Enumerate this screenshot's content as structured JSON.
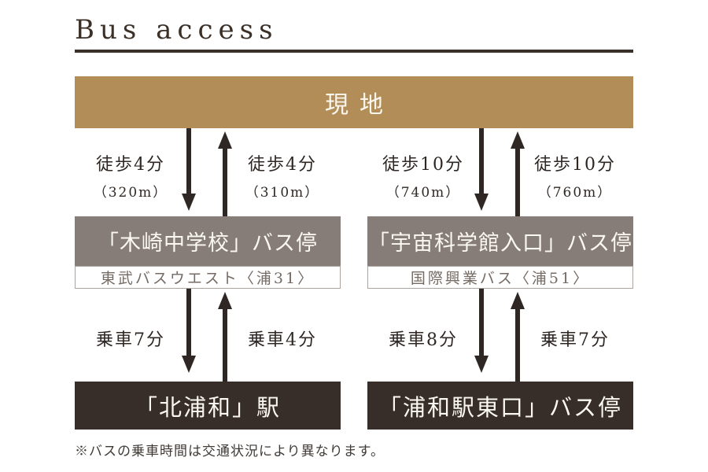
{
  "page": {
    "title": "Bus access",
    "site_label": "現地",
    "footnote": "※バスの乗車時間は交通状況により異なります。"
  },
  "colors": {
    "site_banner_bg": "#b28d58",
    "stop_banner_bg": "#877d78",
    "terminal_banner_bg": "#382e29",
    "ink": "#2e2723",
    "rule": "#3b3028",
    "operator_text": "#756b64",
    "operator_border": "#aba49e"
  },
  "routes": [
    {
      "walk_to_stop": "徒歩4分",
      "walk_to_stop_distance": "（320m）",
      "walk_from_stop": "徒歩4分",
      "walk_from_stop_distance": "（310m）",
      "stop_name": "「木崎中学校」バス停",
      "bus_line": "東武バスウエスト〈浦31〉",
      "ride_to_terminal": "乗車7分",
      "ride_from_terminal": "乗車4分",
      "terminal_name": "「北浦和」駅"
    },
    {
      "walk_to_stop": "徒歩10分",
      "walk_to_stop_distance": "（740m）",
      "walk_from_stop": "徒歩10分",
      "walk_from_stop_distance": "（760m）",
      "stop_name": "「宇宙科学館入口」バス停",
      "bus_line": "国際興業バス〈浦51〉",
      "ride_to_terminal": "乗車8分",
      "ride_from_terminal": "乗車7分",
      "terminal_name": "「浦和駅東口」バス停"
    }
  ]
}
